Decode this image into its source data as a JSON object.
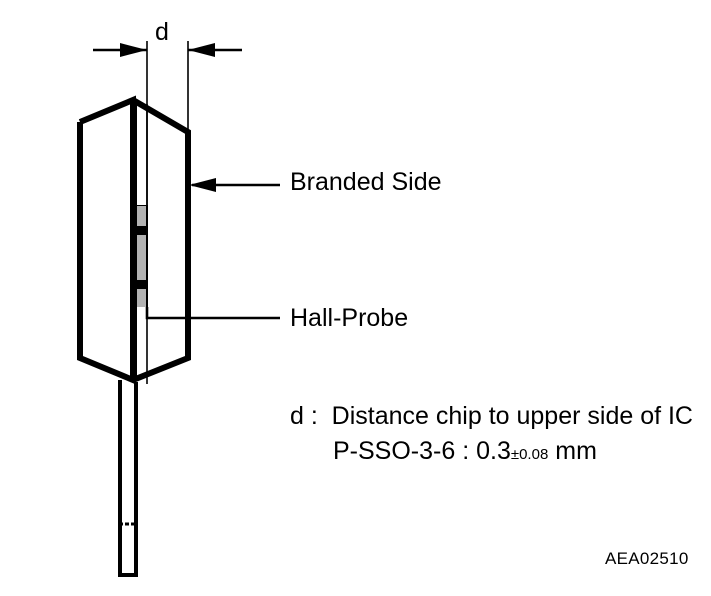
{
  "figure": {
    "title_code": "AEA02510",
    "dimension": {
      "symbol": "d"
    },
    "callouts": [
      {
        "id": "branded-side",
        "label": "Branded Side"
      },
      {
        "id": "hall-probe",
        "label": "Hall-Probe"
      }
    ],
    "notes": {
      "line1": "d :  Distance chip to upper side of IC",
      "line2_prefix": "P-SSO-3-6 : 0.3",
      "line2_tolerance": "±0.08",
      "line2_unit": " mm"
    },
    "colors": {
      "outline": "#000000",
      "background": "#ffffff",
      "chip_fill": "#b3b3b3",
      "chip_body": "#000000"
    }
  }
}
